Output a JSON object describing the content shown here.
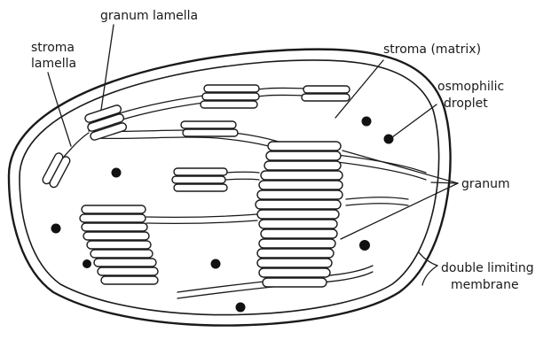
{
  "labels": {
    "granum_lamella": "granum lamella",
    "stroma_lamella_line1": "stroma",
    "stroma_lamella_line2": "lamella",
    "stroma_matrix": "stroma (matrix)",
    "osmophilic_line1": "osmophilic",
    "osmophilic_line2": "droplet",
    "granum": "granum",
    "membrane_line1": "double limiting",
    "membrane_line2": "membrane"
  },
  "colors": {
    "ink": "#1a1a1a",
    "background": "#ffffff"
  }
}
